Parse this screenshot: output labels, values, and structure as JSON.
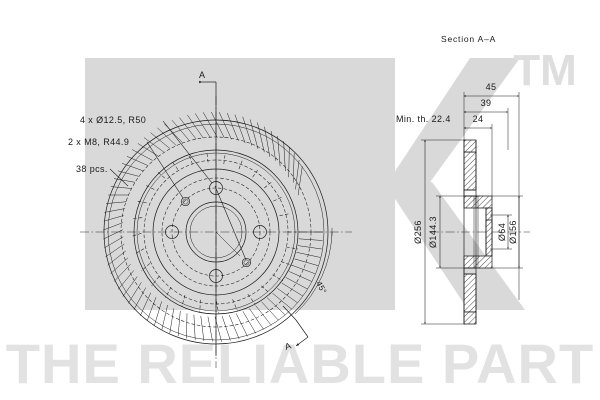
{
  "document": {
    "type": "engineering-drawing",
    "subject": "vented brake disc",
    "background_color": "#ffffff",
    "line_color": "#1a1a1a"
  },
  "watermarks": {
    "brand_logo": "NK",
    "trademark": "TM",
    "tagline": "THE RELIABLE PART",
    "logo_color": "#d9d9d9",
    "tagline_color": "#e2e2e2"
  },
  "front_view": {
    "name": "front-view",
    "annotations": [
      {
        "id": "holes",
        "label": "4 x Ø12.5, R50"
      },
      {
        "id": "threads",
        "label": "2 x M8, R44.9"
      },
      {
        "id": "vanes",
        "label": "38 pcs."
      },
      {
        "id": "angle",
        "label": "45°"
      }
    ],
    "section_marks": [
      {
        "id": "top",
        "label": "A"
      },
      {
        "id": "bottom",
        "label": "A"
      }
    ]
  },
  "section_view": {
    "name": "section-view",
    "title": "Section A–A",
    "horizontal_dimensions": [
      {
        "id": "overall-width",
        "value": "45"
      },
      {
        "id": "hat-offset",
        "value": "39"
      },
      {
        "id": "hub-height",
        "value": "24"
      }
    ],
    "notes": [
      {
        "id": "min-thickness",
        "label": "Min. th. 22.4"
      }
    ],
    "vertical_dimensions": [
      {
        "id": "outer-diameter",
        "value": "Ø256"
      },
      {
        "id": "friction-inner-diameter",
        "value": "Ø144.3"
      },
      {
        "id": "center-bore",
        "value": "Ø64"
      },
      {
        "id": "hat-diameter",
        "value": "Ø156"
      }
    ]
  }
}
